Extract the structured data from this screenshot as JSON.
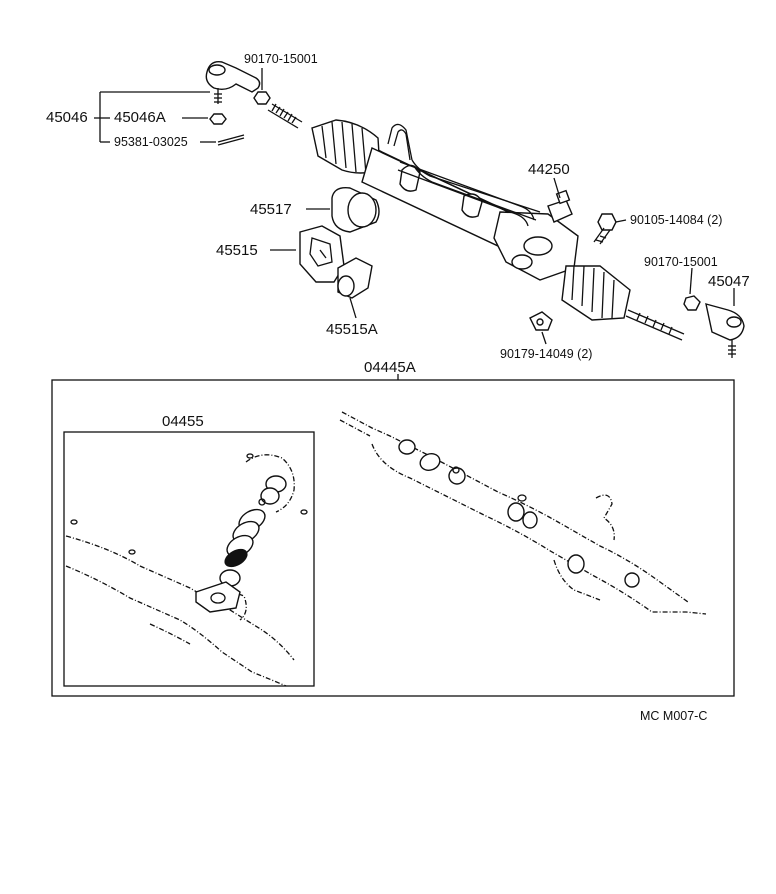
{
  "labels": {
    "l_90170_15001_top": "90170-15001",
    "l_45046": "45046",
    "l_45046A": "45046A",
    "l_95381_03025": "95381-03025",
    "l_44250": "44250",
    "l_90105_14084": "90105-14084 (2)",
    "l_45517": "45517",
    "l_45515": "45515",
    "l_45515A": "45515A",
    "l_90170_15001_right": "90170-15001",
    "l_45047": "45047",
    "l_90179_14049": "90179-14049 (2)",
    "l_04445A": "04445A",
    "l_04455": "04455",
    "l_footer": "MC  M007-C"
  }
}
